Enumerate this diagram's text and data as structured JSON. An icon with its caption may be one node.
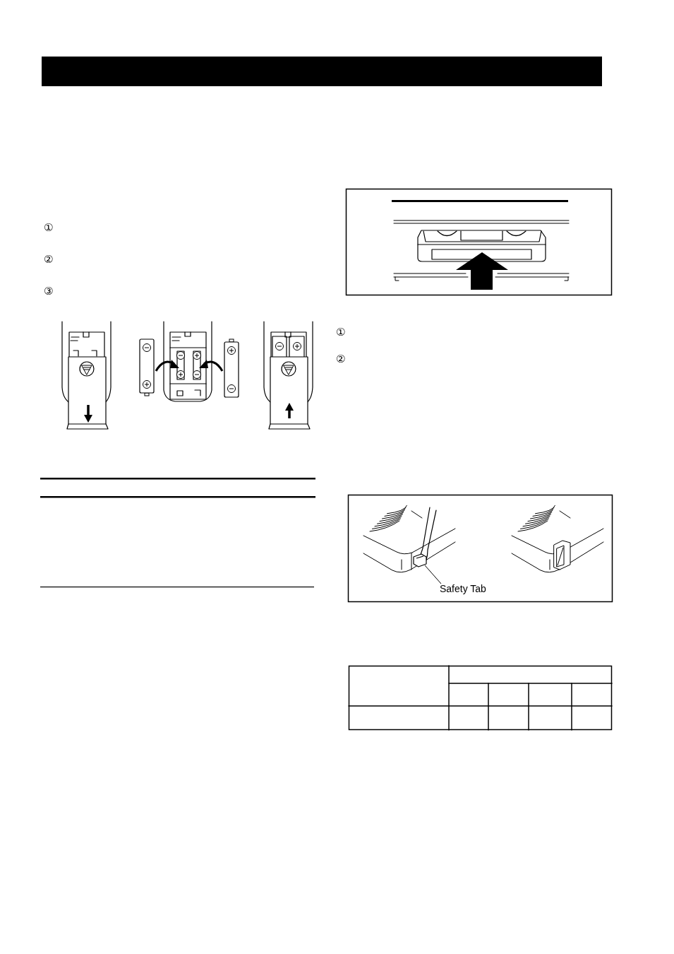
{
  "diagram": {
    "nodes": [
      {
        "text": [],
        "shape": "bar"
      },
      {
        "text": [
          "Safety Tab"
        ]
      },
      {
        "text": [],
        "shape": "picture"
      }
    ],
    "edges": [
      {
        "from": 1,
        "to": 2,
        "arrow": "none"
      }
    ],
    "labels": [
      "①",
      "②",
      "③",
      "①",
      "②"
    ]
  }
}
